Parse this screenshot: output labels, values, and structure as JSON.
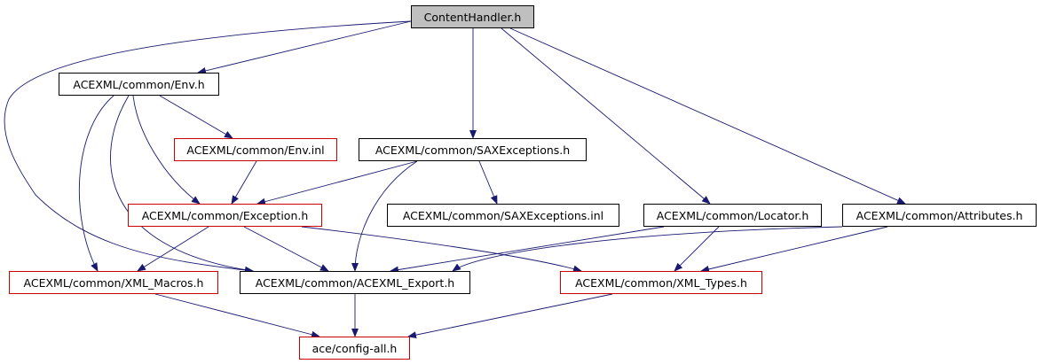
{
  "graph": {
    "edge_color": "#191970",
    "nodes": {
      "content_handler": {
        "label": "ContentHandler.h",
        "border_color": "#000000",
        "fill": "#bfbfbf"
      },
      "env_h": {
        "label": "ACEXML/common/Env.h",
        "border_color": "#000000"
      },
      "env_inl": {
        "label": "ACEXML/common/Env.inl",
        "border_color": "#cc0000"
      },
      "sax_exceptions_h": {
        "label": "ACEXML/common/SAXExceptions.h",
        "border_color": "#000000"
      },
      "exception_h": {
        "label": "ACEXML/common/Exception.h",
        "border_color": "#cc0000"
      },
      "sax_exceptions_inl": {
        "label": "ACEXML/common/SAXExceptions.inl",
        "border_color": "#000000"
      },
      "locator_h": {
        "label": "ACEXML/common/Locator.h",
        "border_color": "#000000"
      },
      "attributes_h": {
        "label": "ACEXML/common/Attributes.h",
        "border_color": "#000000"
      },
      "xml_macros_h": {
        "label": "ACEXML/common/XML_Macros.h",
        "border_color": "#cc0000"
      },
      "acexml_export_h": {
        "label": "ACEXML/common/ACEXML_Export.h",
        "border_color": "#000000"
      },
      "xml_types_h": {
        "label": "ACEXML/common/XML_Types.h",
        "border_color": "#cc0000"
      },
      "config_all_h": {
        "label": "ace/config-all.h",
        "border_color": "#cc0000"
      }
    },
    "edges": [
      [
        "content_handler",
        "env_h"
      ],
      [
        "content_handler",
        "acexml_export_h"
      ],
      [
        "content_handler",
        "sax_exceptions_h"
      ],
      [
        "content_handler",
        "locator_h"
      ],
      [
        "content_handler",
        "attributes_h"
      ],
      [
        "env_h",
        "env_inl"
      ],
      [
        "env_h",
        "exception_h"
      ],
      [
        "env_h",
        "xml_macros_h"
      ],
      [
        "env_h",
        "acexml_export_h"
      ],
      [
        "env_inl",
        "exception_h"
      ],
      [
        "sax_exceptions_h",
        "exception_h"
      ],
      [
        "sax_exceptions_h",
        "sax_exceptions_inl"
      ],
      [
        "sax_exceptions_h",
        "acexml_export_h"
      ],
      [
        "exception_h",
        "xml_macros_h"
      ],
      [
        "exception_h",
        "acexml_export_h"
      ],
      [
        "exception_h",
        "xml_types_h"
      ],
      [
        "locator_h",
        "acexml_export_h"
      ],
      [
        "locator_h",
        "xml_types_h"
      ],
      [
        "attributes_h",
        "acexml_export_h"
      ],
      [
        "attributes_h",
        "xml_types_h"
      ],
      [
        "xml_macros_h",
        "config_all_h"
      ],
      [
        "acexml_export_h",
        "config_all_h"
      ],
      [
        "xml_types_h",
        "config_all_h"
      ]
    ]
  }
}
